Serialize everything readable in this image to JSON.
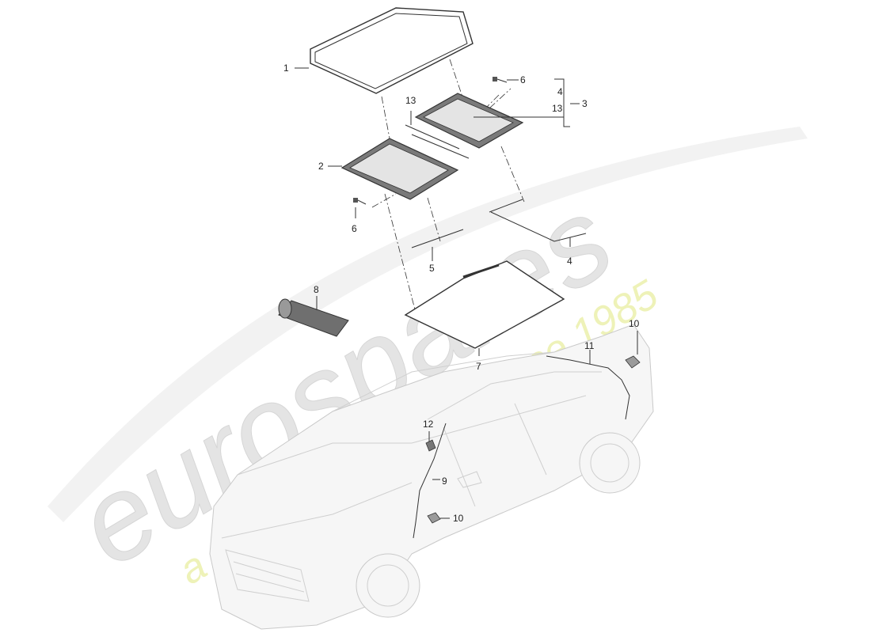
{
  "watermark": {
    "brand": "eurospares",
    "tagline": "a passion for parts since 1985",
    "brand_color": "#e2e2e2",
    "tagline_color": "#eef2b8"
  },
  "callouts": {
    "c1": "1",
    "c2": "2",
    "c3": "3",
    "c4a": "4",
    "c4b": "4",
    "c5": "5",
    "c6a": "6",
    "c6b": "6",
    "c7": "7",
    "c8": "8",
    "c9": "9",
    "c10a": "10",
    "c10b": "10",
    "c11": "11",
    "c12": "12",
    "c13a": "13",
    "c13b": "13"
  },
  "colors": {
    "line": "#333333",
    "car_outline": "#c9c9c9",
    "glass_tint": "#d8d8d8",
    "frame": "#555555"
  }
}
